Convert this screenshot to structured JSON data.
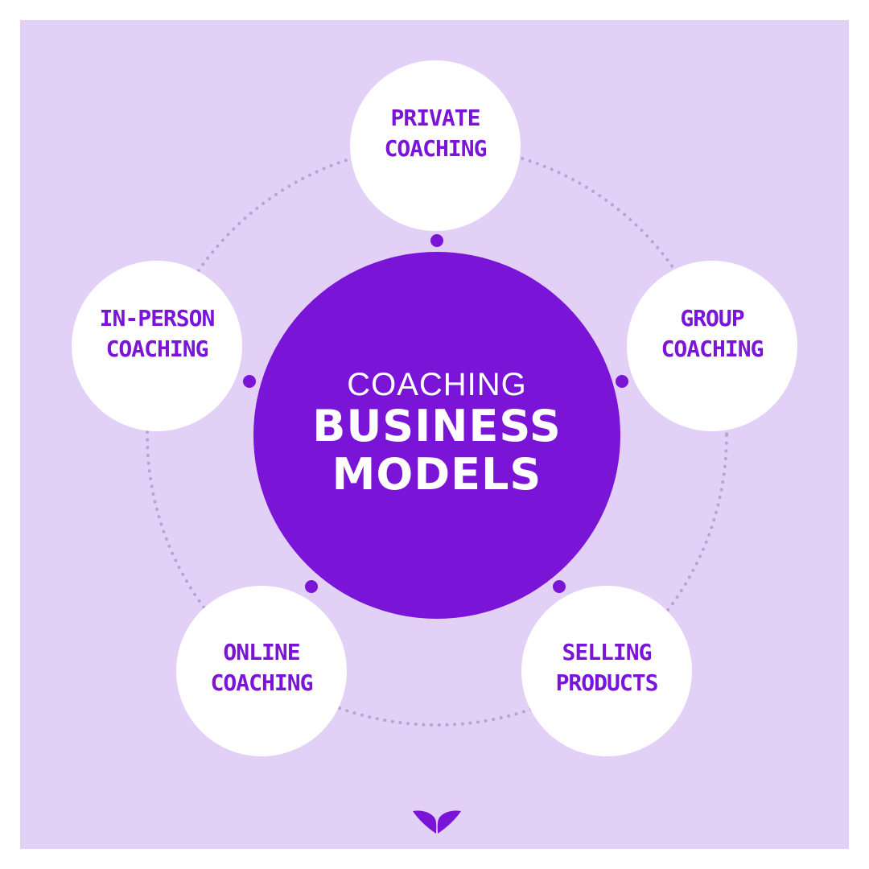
{
  "colors": {
    "background": "#e2d0f6",
    "accent": "#7a14d6",
    "node_fill": "#ffffff",
    "ring_dots": "#b9a3d6"
  },
  "center": {
    "line1": "COACHING",
    "line2": "BUSINESS",
    "line3": "MODELS"
  },
  "nodes": [
    {
      "id": "private",
      "line1": "PRIVATE",
      "line2": "COACHING"
    },
    {
      "id": "group",
      "line1": "GROUP",
      "line2": "COACHING"
    },
    {
      "id": "selling",
      "line1": "SELLING",
      "line2": "PRODUCTS"
    },
    {
      "id": "online",
      "line1": "ONLINE",
      "line2": "COACHING"
    },
    {
      "id": "in-person",
      "line1": "IN-PERSON",
      "line2": "COACHING"
    }
  ],
  "logo": {
    "icon": "leaf-wings-logo-icon"
  }
}
